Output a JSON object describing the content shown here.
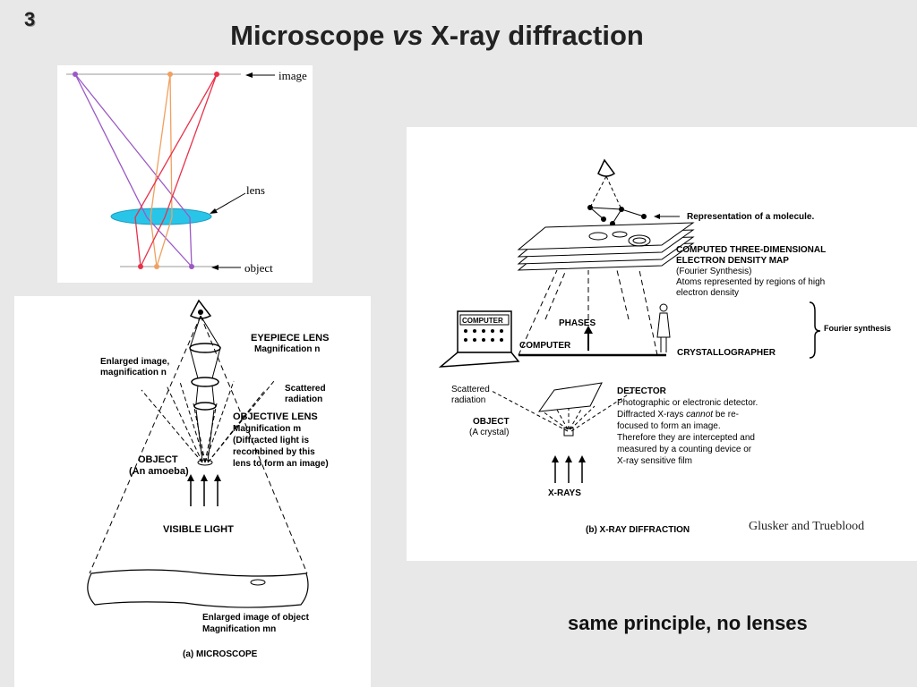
{
  "slide": {
    "number": "3",
    "title_prefix": "Microscope ",
    "title_italic": "vs",
    "title_suffix": " X-ray diffraction"
  },
  "lens_diagram": {
    "label_image": "image",
    "label_lens": "lens",
    "label_object": "object",
    "colors": {
      "purple": "#9b59c6",
      "orange": "#f0a060",
      "red": "#e8324a",
      "lens": "#29c5e8"
    }
  },
  "microscope": {
    "eyepiece_title": "EYEPIECE LENS",
    "eyepiece_mag": "Magnification n",
    "enlarged_line1": "Enlarged image,",
    "enlarged_line2": "magnification n",
    "scattered_line1": "Scattered",
    "scattered_line2": "radiation",
    "objective_title": "OBJECTIVE LENS",
    "objective_l1": "Magnification m",
    "objective_l2": "(Diffracted light is",
    "objective_l3": "recombined by this",
    "objective_l4": "lens to form an image)",
    "object_line1": "OBJECT",
    "object_line2": "(An amoeba)",
    "visible_light": "VISIBLE LIGHT",
    "final_line1": "Enlarged image of object",
    "final_line2": "Magnification mn",
    "caption": "(a) MICROSCOPE"
  },
  "xray": {
    "representation": "Representation of a molecule.",
    "density_l1": "COMPUTED THREE-DIMENSIONAL",
    "density_l2": "ELECTRON DENSITY MAP",
    "density_l3": "(Fourier Synthesis)",
    "density_l4": "Atoms represented by regions of high",
    "density_l5": "electron density",
    "fourier": "Fourier synthesis",
    "computer_screen": "COMPUTER",
    "phases": "PHASES",
    "computer": "COMPUTER",
    "crystallographer": "CRYSTALLOGRAPHER",
    "scattered_l1": "Scattered",
    "scattered_l2": "radiation",
    "detector": "DETECTOR",
    "det_l1": "Photographic or electronic detector.",
    "det_l2a": "Diffracted X-rays ",
    "det_l2b": "cannot",
    "det_l2c": " be re-",
    "det_l3": "focused  to form an image.",
    "det_l4": "Therefore they are intercepted and",
    "det_l5": "measured by a counting device or",
    "det_l6": "X-ray sensitive film",
    "object_l1": "OBJECT",
    "object_l2": "(A crystal)",
    "xrays": "X-RAYS",
    "caption": "(b) X-RAY DIFFRACTION"
  },
  "credit": "Glusker and Trueblood",
  "conclusion": "same principle, no lenses"
}
